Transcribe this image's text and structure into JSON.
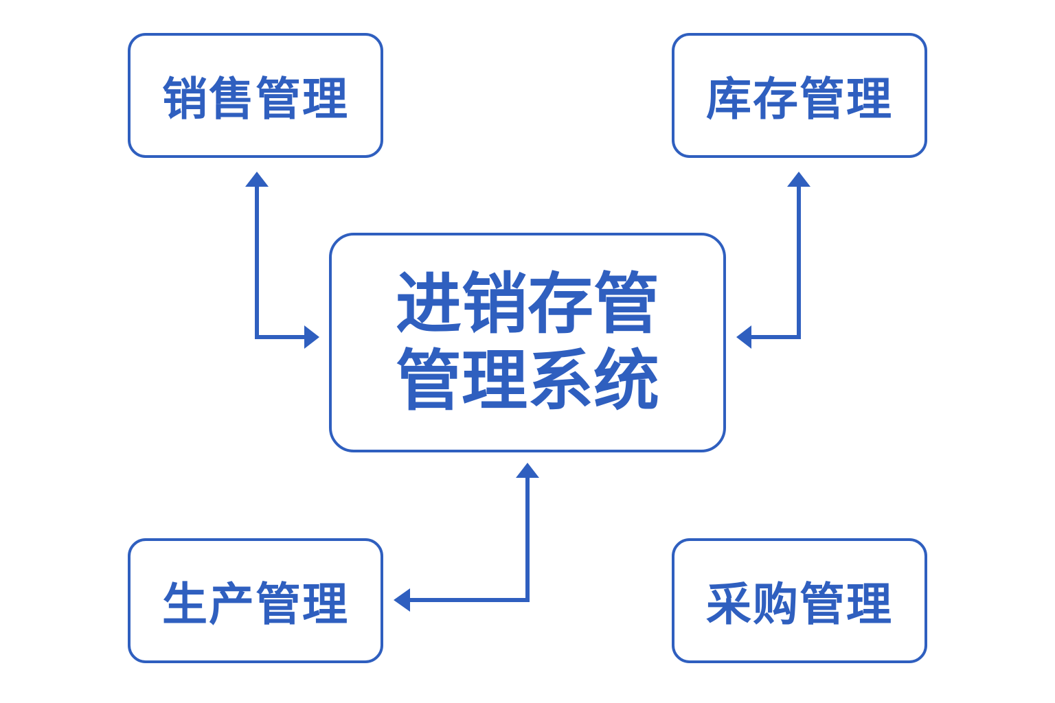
{
  "diagram": {
    "center": {
      "line1": "进销存管",
      "line2": "管理系统"
    },
    "nodes": {
      "sales": "销售管理",
      "inventory": "库存管理",
      "production": "生产管理",
      "purchase": "采购管理"
    },
    "colors": {
      "stroke": "#2f5fbf",
      "text": "#2f5fbf",
      "background": "#ffffff"
    }
  }
}
